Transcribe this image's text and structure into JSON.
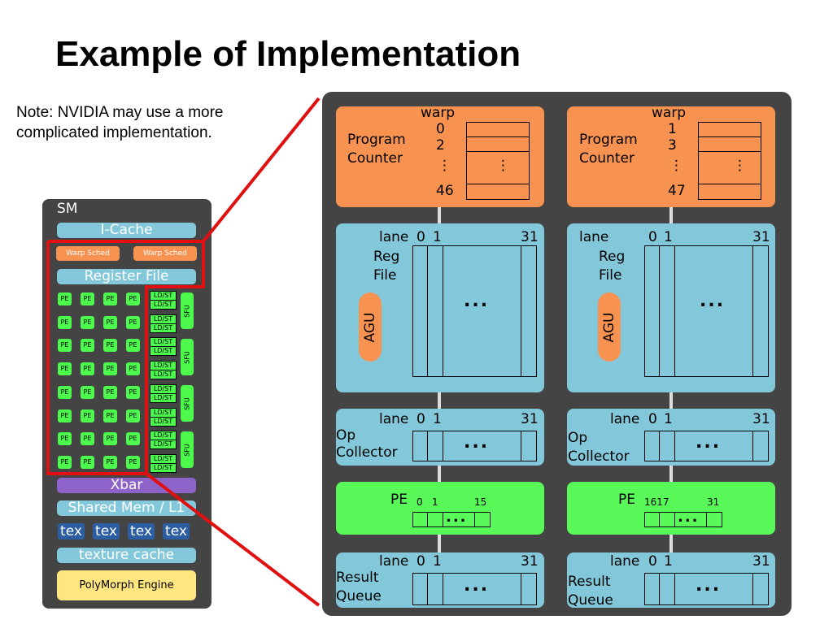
{
  "title": "Example of Implementation",
  "note": [
    "Note: NVIDIA may use a more",
    "complicated implementation."
  ],
  "sm": {
    "label": "SM",
    "icache": "I-Cache",
    "warp_sched": "Warp Sched",
    "register_file": "Register File",
    "pe": "PE",
    "ldst": "LD/ST",
    "sfu": "SFU",
    "xbar": "Xbar",
    "shared_mem": "Shared Mem / L1",
    "tex": "tex",
    "texture_cache": "texture cache",
    "polymorph": "PolyMorph Engine"
  },
  "left": {
    "warp": "warp",
    "pc_label": [
      "Program",
      "Counter"
    ],
    "warp_ids": [
      "0",
      "2",
      "⋮",
      "46"
    ],
    "vdots": "⋮",
    "lane": "lane",
    "lane0": "0",
    "lane1": "1",
    "lane31": "31",
    "reg_label": [
      "Reg",
      "File"
    ],
    "agu": "AGU",
    "ellipsis": "...",
    "op_label": [
      "Op",
      "Collector"
    ],
    "pe": "PE",
    "pe_start": "0",
    "pe_next": "1",
    "pe_end": "15",
    "rq_label": [
      "Result",
      "Queue"
    ]
  },
  "right": {
    "warp": "warp",
    "pc_label": [
      "Program",
      "Counter"
    ],
    "warp_ids": [
      "1",
      "3",
      "⋮",
      "47"
    ],
    "vdots": "⋮",
    "lane": "lane",
    "lane0": "0",
    "lane1": "1",
    "lane31": "31",
    "reg_label": [
      "Reg",
      "File"
    ],
    "agu": "AGU",
    "ellipsis": "...",
    "op_label": [
      "Op",
      "Collector"
    ],
    "pe": "PE",
    "pe_start": "1617",
    "pe_end": "31",
    "rq_label": [
      "Result",
      "Queue"
    ]
  },
  "colors": {
    "panel": "#444444",
    "orange": "#f79250",
    "cyan": "#83c8da",
    "green": "#59f95a",
    "purple": "#8e63c9",
    "tex_blue": "#2b5ea3",
    "poly_yellow": "#ffe680",
    "highlight_red": "#e01010"
  }
}
